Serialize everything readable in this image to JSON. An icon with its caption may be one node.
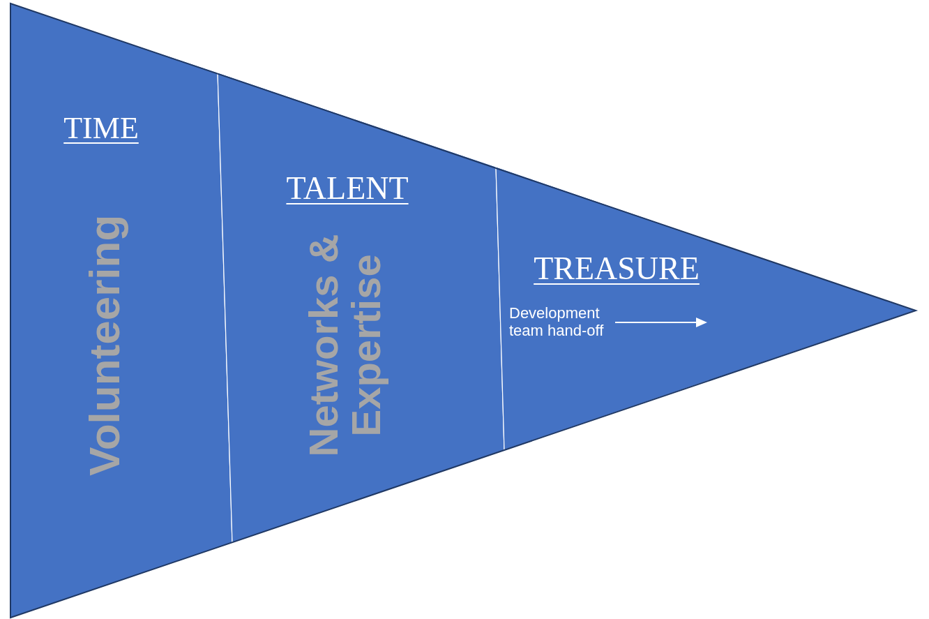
{
  "diagram": {
    "nodes": [
      {
        "text": [
          "TIME",
          "Volunteering"
        ]
      },
      {
        "text": [
          "TALENT",
          "Networks & Expertise"
        ]
      },
      {
        "text": [
          "TREASURE",
          "Development team hand-off"
        ]
      }
    ]
  }
}
